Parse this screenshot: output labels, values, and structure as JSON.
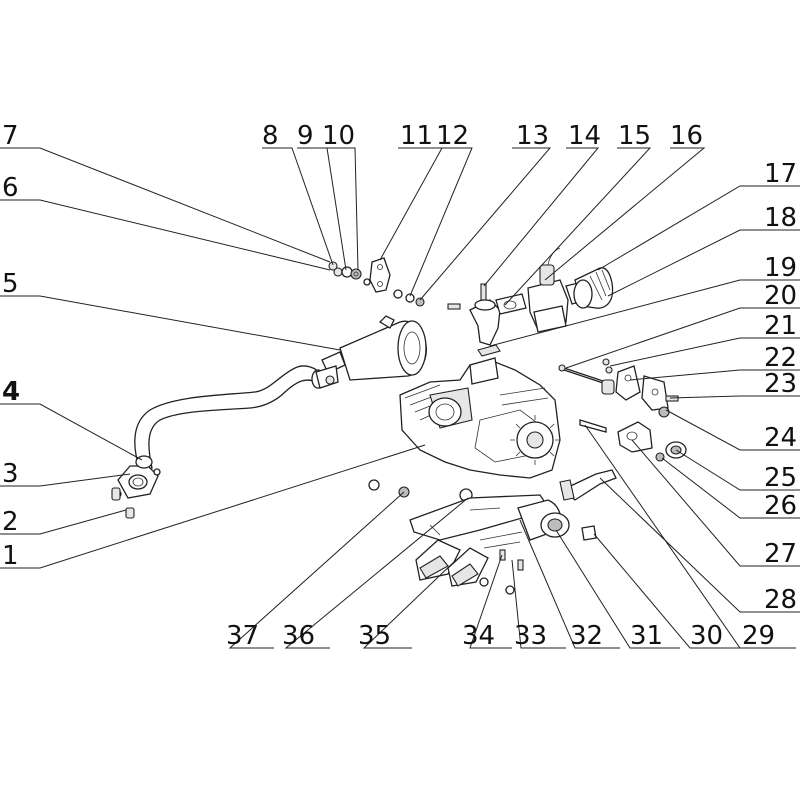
{
  "callouts": [
    {
      "n": "1"
    },
    {
      "n": "2"
    },
    {
      "n": "3"
    },
    {
      "n": "4"
    },
    {
      "n": "5"
    },
    {
      "n": "6"
    },
    {
      "n": "7"
    },
    {
      "n": "8"
    },
    {
      "n": "9"
    },
    {
      "n": "10"
    },
    {
      "n": "11"
    },
    {
      "n": "12"
    },
    {
      "n": "13"
    },
    {
      "n": "14"
    },
    {
      "n": "15"
    },
    {
      "n": "16"
    },
    {
      "n": "17"
    },
    {
      "n": "18"
    },
    {
      "n": "19"
    },
    {
      "n": "20"
    },
    {
      "n": "21"
    },
    {
      "n": "22"
    },
    {
      "n": "23"
    },
    {
      "n": "24"
    },
    {
      "n": "25"
    },
    {
      "n": "26"
    },
    {
      "n": "27"
    },
    {
      "n": "28"
    },
    {
      "n": "29"
    },
    {
      "n": "30"
    },
    {
      "n": "31"
    },
    {
      "n": "32"
    },
    {
      "n": "33"
    },
    {
      "n": "34"
    },
    {
      "n": "35"
    },
    {
      "n": "36"
    },
    {
      "n": "37"
    }
  ]
}
